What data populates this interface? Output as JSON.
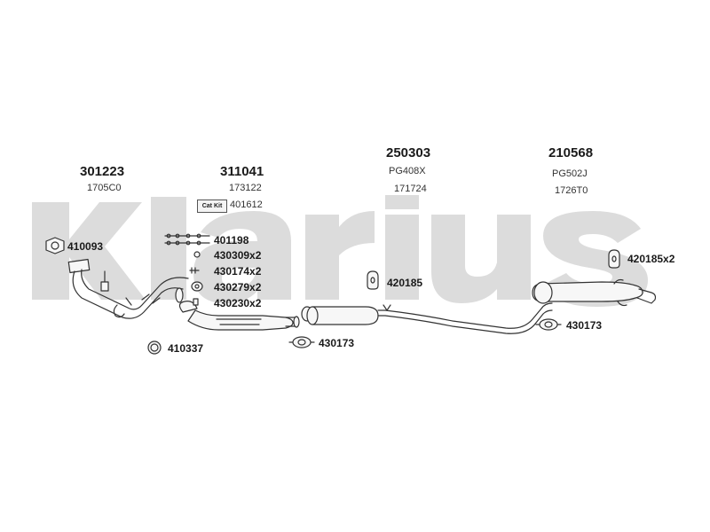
{
  "watermark": {
    "text": "Klarius",
    "color": "#dcdcdc"
  },
  "groups": [
    {
      "main": "301223",
      "sub": "1705C0"
    },
    {
      "main": "311041",
      "sub": "173122",
      "catkit_label": "Cat Kit",
      "catkit_part": "401612"
    },
    {
      "main": "250303",
      "sub": "PG408X",
      "sub2": "171724"
    },
    {
      "main": "210568",
      "sub": "PG502J",
      "sub2": "1726T0"
    }
  ],
  "parts": {
    "p410093": "410093",
    "p401198": "401198",
    "p430309": "430309x2",
    "p430174": "430174x2",
    "p430279": "430279x2",
    "p430230": "430230x2",
    "p410337": "410337",
    "p430173a": "430173",
    "p420185": "420185",
    "p420185x2": "420185x2",
    "p430173b": "430173"
  },
  "colors": {
    "line": "#333333",
    "part_fill": "#f7f7f7"
  }
}
